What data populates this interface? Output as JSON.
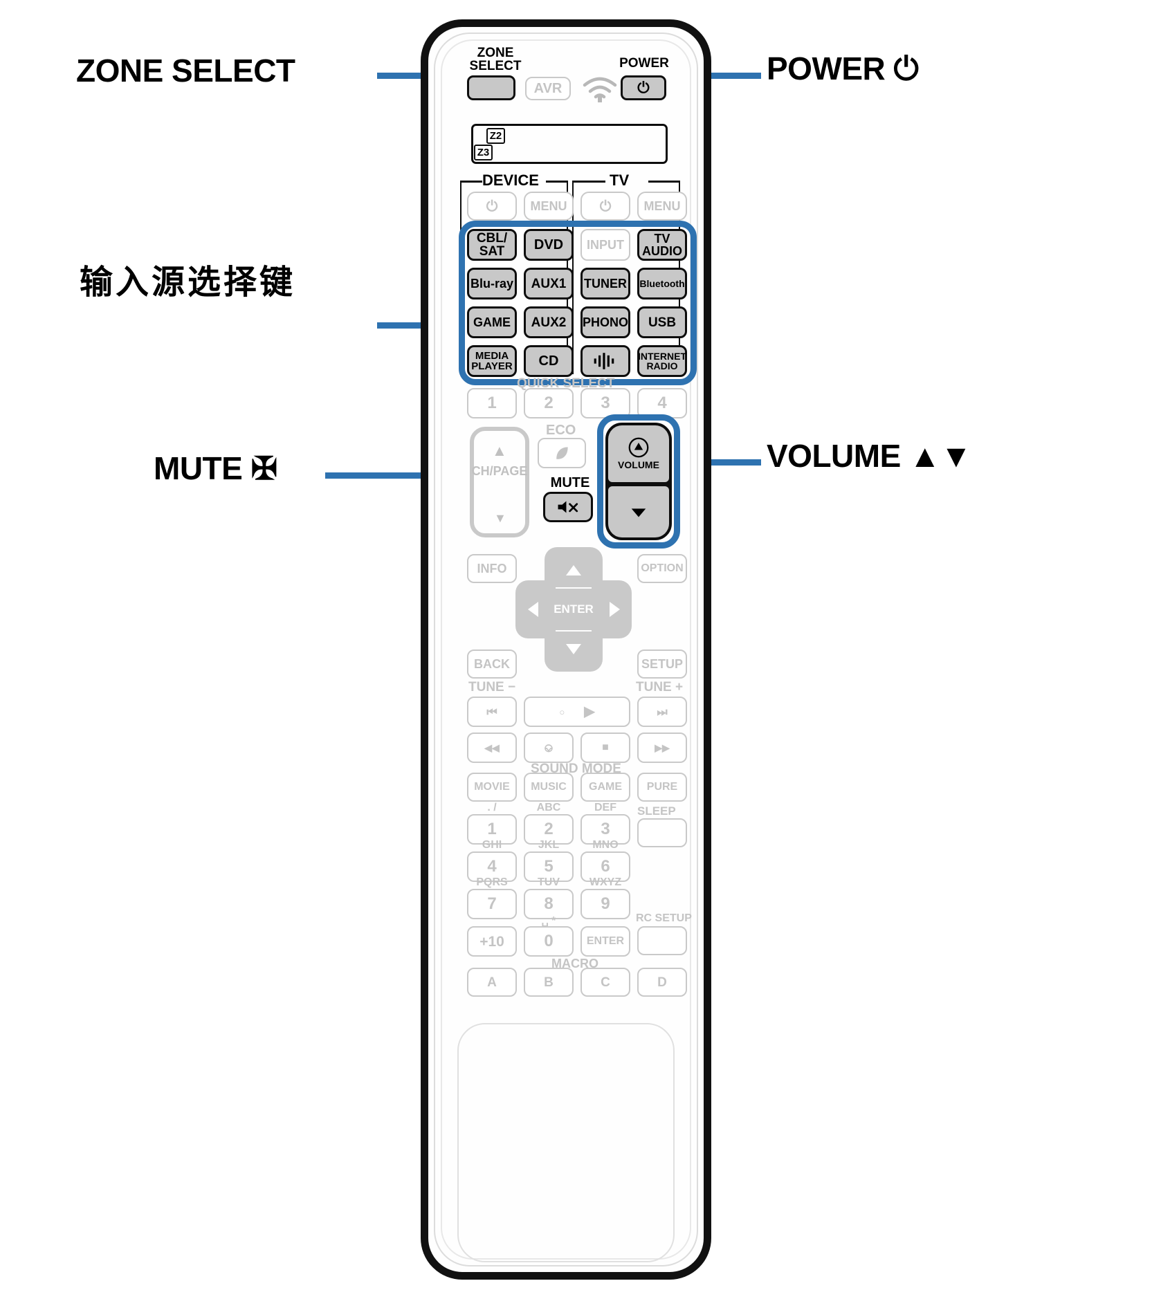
{
  "callouts": {
    "zone_select": "ZONE SELECT",
    "power": "POWER ⏻",
    "input_source_cn": "输入源选择键",
    "mute": "MUTE ✠",
    "volume": "VOLUME ▲▼"
  },
  "remote": {
    "top": {
      "zone_select_label": "ZONE\nSELECT",
      "avr_label": "AVR",
      "wifi_icon": "wifi-icon",
      "power_label": "POWER",
      "power_icon": "⏻"
    },
    "display": {
      "z2": "Z2",
      "z3": "Z3"
    },
    "groups": {
      "device": "DEVICE",
      "tv": "TV",
      "quick_select": "QUICK SELECT",
      "sound_mode": "SOUND MODE",
      "macro": "MACRO"
    },
    "device_row": [
      {
        "label": "⏻",
        "state": "off",
        "name": "device-power-button"
      },
      {
        "label": "MENU",
        "state": "off",
        "name": "device-menu-button"
      }
    ],
    "tv_row": [
      {
        "label": "⏻",
        "state": "off",
        "name": "tv-power-button"
      },
      {
        "label": "MENU",
        "state": "off",
        "name": "tv-menu-button"
      }
    ],
    "input_sources": [
      {
        "label": "CBL/\nSAT",
        "name": "cbl-sat-button"
      },
      {
        "label": "DVD",
        "name": "dvd-button"
      },
      {
        "label": "INPUT",
        "name": "input-button",
        "state": "off"
      },
      {
        "label": "TV\nAUDIO",
        "name": "tv-audio-button"
      },
      {
        "label": "Blu-ray",
        "name": "bluray-button"
      },
      {
        "label": "AUX1",
        "name": "aux1-button"
      },
      {
        "label": "TUNER",
        "name": "tuner-button"
      },
      {
        "label": "Bluetooth",
        "name": "bluetooth-button"
      },
      {
        "label": "GAME",
        "name": "game-button"
      },
      {
        "label": "AUX2",
        "name": "aux2-button"
      },
      {
        "label": "PHONO",
        "name": "phono-button"
      },
      {
        "label": "USB",
        "name": "usb-button"
      },
      {
        "label": "MEDIA\nPLAYER",
        "name": "media-player-button"
      },
      {
        "label": "CD",
        "name": "cd-button"
      },
      {
        "label": "heos-icon",
        "name": "heos-button"
      },
      {
        "label": "INTERNET\nRADIO",
        "name": "internet-radio-button"
      }
    ],
    "quick_select": [
      "1",
      "2",
      "3",
      "4"
    ],
    "ch_page": {
      "label": "CH/PAGE",
      "up": "▲",
      "down": "▼"
    },
    "eco": {
      "label": "ECO",
      "icon": "leaf-icon"
    },
    "mute": {
      "label": "MUTE",
      "icon": "✠"
    },
    "volume": {
      "label": "VOLUME",
      "up": "▲",
      "down": "▼"
    },
    "nav": {
      "info": "INFO",
      "option": "OPTION",
      "back": "BACK",
      "setup": "SETUP",
      "enter": "ENTER"
    },
    "tune": {
      "minus": "TUNE −",
      "plus": "TUNE +"
    },
    "transport": [
      {
        "icon": "⏮",
        "name": "skip-back-button"
      },
      {
        "icon": "▶",
        "name": "play-button"
      },
      {
        "icon": "⏭",
        "name": "skip-forward-button"
      },
      {
        "icon": "◀◀",
        "name": "rewind-button"
      },
      {
        "icon": "⎉",
        "name": "pause-button"
      },
      {
        "icon": "■",
        "name": "stop-button"
      },
      {
        "icon": "▶▶",
        "name": "fast-forward-button"
      }
    ],
    "sound_mode": [
      "MOVIE",
      "MUSIC",
      "GAME",
      "PURE"
    ],
    "sleep_label": "SLEEP",
    "rc_setup_label": "RC SETUP",
    "keypad": [
      {
        "key": "1",
        "letters": ". /"
      },
      {
        "key": "2",
        "letters": "ABC"
      },
      {
        "key": "3",
        "letters": "DEF"
      },
      {
        "key": "4",
        "letters": "GHI"
      },
      {
        "key": "5",
        "letters": "JKL"
      },
      {
        "key": "6",
        "letters": "MNO"
      },
      {
        "key": "7",
        "letters": "PQRS"
      },
      {
        "key": "8",
        "letters": "TUV"
      },
      {
        "key": "9",
        "letters": "WXYZ"
      },
      {
        "key": "+10",
        "letters": ""
      },
      {
        "key": "0",
        "letters": "␣ *"
      },
      {
        "key": "ENTER",
        "letters": ""
      }
    ],
    "macro": [
      "A",
      "B",
      "C",
      "D"
    ]
  },
  "colors": {
    "highlight": "#2e72b0",
    "active_fill": "#c8c8c8",
    "inactive": "#c4c4c4"
  }
}
